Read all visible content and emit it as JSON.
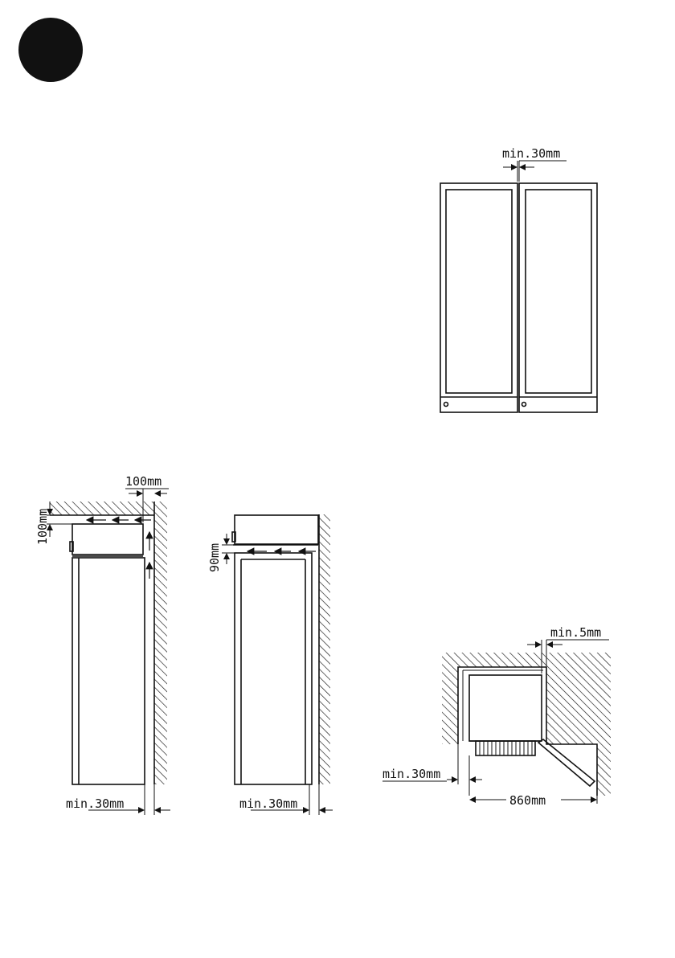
{
  "labels": {
    "top_gap": "min.30mm",
    "left_top_clear": "100mm",
    "left_side_clear": "100mm",
    "left_bottom_gap": "min.30mm",
    "mid_vent_height": "90mm",
    "mid_bottom_gap": "min.30mm",
    "corner_gap": "min.5mm",
    "corner_side_gap": "min.30mm",
    "corner_width": "860mm"
  },
  "colors": {
    "ink": "#111111",
    "badge": "#111111",
    "paper": "#ffffff"
  }
}
